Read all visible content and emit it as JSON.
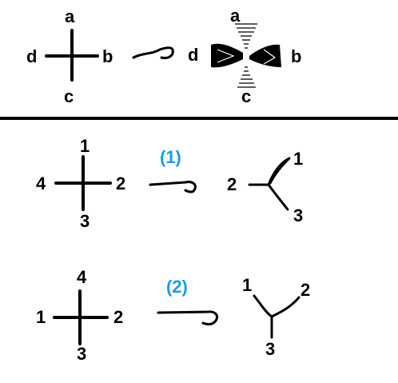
{
  "colors": {
    "ink": "#000000",
    "accent": "#1a9de0",
    "background": "#ffffff"
  },
  "top": {
    "cross": {
      "a": "a",
      "b": "b",
      "c": "c",
      "d": "d"
    },
    "wedge": {
      "a": "a",
      "b": "b",
      "c": "c",
      "d": "d"
    }
  },
  "row1": {
    "cross": {
      "top": "1",
      "right": "2",
      "bottom": "3",
      "left": "4"
    },
    "step_label": "(1)",
    "result": {
      "left": "2",
      "upper_right": "1",
      "lower_right": "3"
    }
  },
  "row2": {
    "cross": {
      "top": "4",
      "right": "2",
      "bottom": "3",
      "left": "1"
    },
    "step_label": "(2)",
    "result": {
      "upper_left": "1",
      "upper_right": "2",
      "bottom": "3"
    }
  }
}
